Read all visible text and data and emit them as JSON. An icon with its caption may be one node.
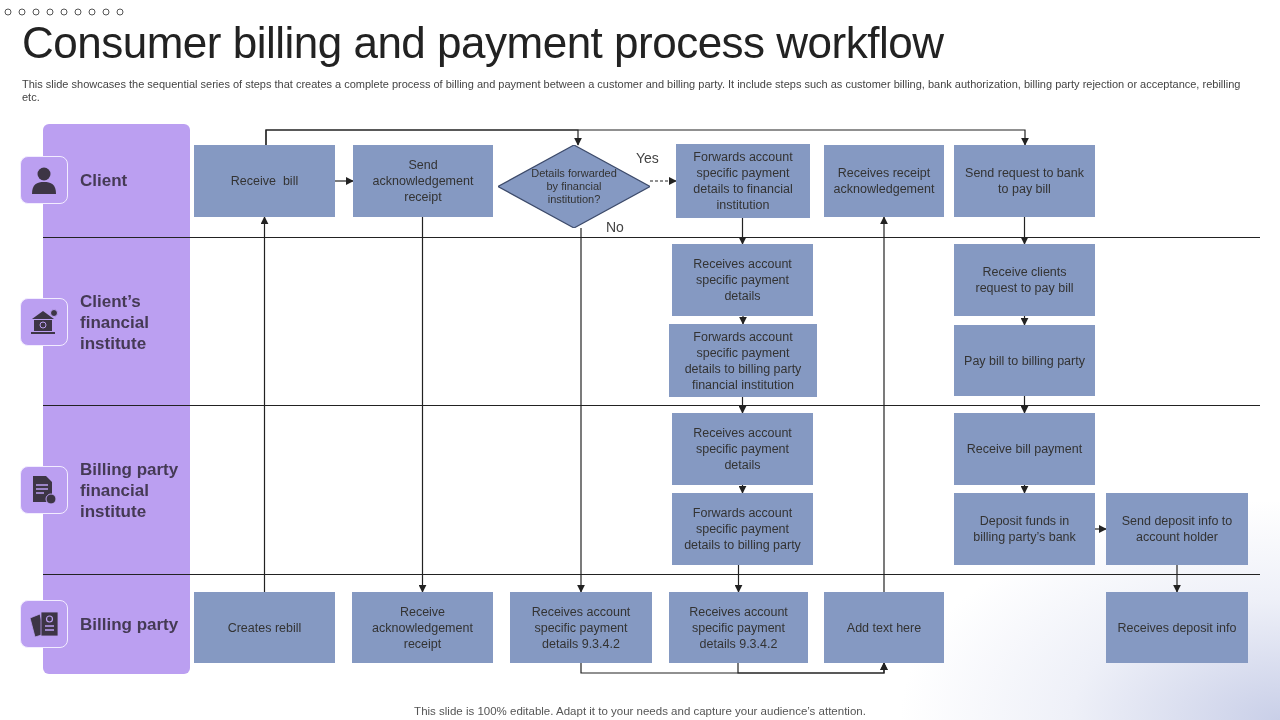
{
  "diagram": {
    "title": "Consumer billing and payment process workflow",
    "caption": "This slide is 100% editable. Adapt it to your needs and capture your audience’s attention.",
    "nodes": [
      {
        "text": [
          "Receive  bill"
        ]
      },
      {
        "text": [
          "Send acknowledgement receipt"
        ]
      },
      {
        "text": [
          "Details forwarded by financial institution?"
        ]
      },
      {
        "text": [
          "Forwards account specific payment details to financial institution"
        ]
      },
      {
        "text": [
          "Receives receipt acknowledgement"
        ]
      },
      {
        "text": [
          "Send request to bank to pay bill"
        ]
      },
      {
        "text": [
          "Receives account specific payment details"
        ]
      },
      {
        "text": [
          "Forwards account specific payment details to billing party financial institution"
        ]
      },
      {
        "text": [
          "Receive clients request to pay bill"
        ]
      },
      {
        "text": [
          "Pay bill to billing party"
        ]
      },
      {
        "text": [
          "Receives account specific payment details"
        ]
      },
      {
        "text": [
          "Forwards account specific payment details to billing party"
        ]
      },
      {
        "text": [
          "Receive bill payment"
        ]
      },
      {
        "text": [
          "Deposit funds in billing party’s bank"
        ]
      },
      {
        "text": [
          "Send deposit info to account holder"
        ]
      },
      {
        "text": [
          "Creates rebill"
        ]
      },
      {
        "text": [
          "Receive acknowledgement receipt"
        ]
      },
      {
        "text": [
          "Receives account specific payment details 9.3.4.2"
        ]
      },
      {
        "text": [
          "Receives account specific payment details 9.3.4.2"
        ]
      },
      {
        "text": [
          "Add text here"
        ]
      },
      {
        "text": [
          "Receives deposit info"
        ]
      }
    ],
    "edges": [
      {
        "from": 0,
        "to": 1,
        "arrow": "to"
      },
      {
        "from": 2,
        "to": 3,
        "arrow": "to",
        "label": "Yes",
        "style": "dashed"
      },
      {
        "from": 3,
        "to": 6,
        "arrow": "to"
      },
      {
        "from": 6,
        "to": 7,
        "arrow": "to"
      },
      {
        "from": 7,
        "to": 10,
        "arrow": "to"
      },
      {
        "from": 10,
        "to": 11,
        "arrow": "to"
      },
      {
        "from": 11,
        "to": 18,
        "arrow": "to"
      },
      {
        "from": 5,
        "to": 8,
        "arrow": "to"
      },
      {
        "from": 8,
        "to": 9,
        "arrow": "to"
      },
      {
        "from": 9,
        "to": 12,
        "arrow": "to"
      },
      {
        "from": 12,
        "to": 13,
        "arrow": "to"
      },
      {
        "from": 13,
        "to": 14,
        "arrow": "to"
      },
      {
        "from": 14,
        "to": 20,
        "arrow": "to"
      },
      {
        "from": 1,
        "to": 16,
        "arrow": "to"
      },
      {
        "from": 2,
        "to": 17,
        "arrow": "to",
        "label": "No"
      },
      {
        "from": 15,
        "to": 0,
        "arrow": "to"
      },
      {
        "from": 19,
        "to": 4,
        "arrow": "to"
      },
      {
        "from": 0,
        "to": 2,
        "arrow": "to"
      },
      {
        "from": 0,
        "to": 5,
        "arrow": "to"
      },
      {
        "from": 17,
        "to": 19,
        "arrow": "to"
      },
      {
        "from": 18,
        "to": 19,
        "arrow": "to"
      }
    ],
    "labels": [
      "This slide showcases the sequential series of steps that creates a complete process of billing and payment between a customer and billing party. It include steps such as customer billing, bank authorization, billing party rejection or acceptance, rebilling etc.",
      "Client",
      "Client’s financial institute",
      "Billing party financial institute",
      "Billing party"
    ]
  }
}
